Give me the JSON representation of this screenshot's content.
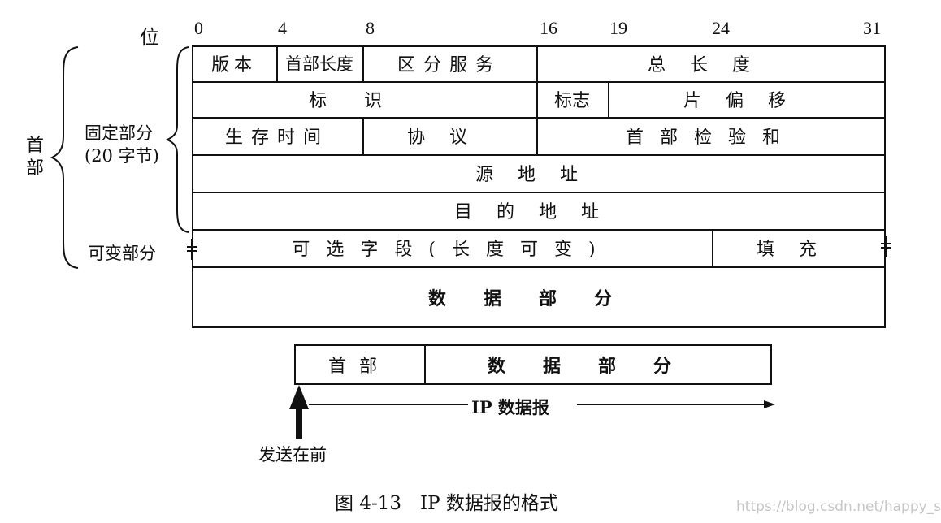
{
  "bit_scale": {
    "label": "位",
    "ticks": [
      "0",
      "4",
      "8",
      "16",
      "19",
      "24",
      "31"
    ]
  },
  "header_labels": {
    "header": "首\n部",
    "fixed_part": "固定部分",
    "fixed_part_size": "(20 字节)",
    "variable_part": "可变部分"
  },
  "fields": {
    "version": "版本",
    "header_length": "首部长度",
    "differentiated_services": "区分服务",
    "total_length": "总长度",
    "identification": "标识",
    "flags": "标志",
    "fragment_offset": "片偏移",
    "ttl": "生存时间",
    "protocol": "协议",
    "header_checksum": "首部检验和",
    "source_address": "源地址",
    "destination_address": "目的地址",
    "options": "可选字段(长度可变)",
    "padding": "填充",
    "data": "数据部分"
  },
  "packet_summary": {
    "header": "首部",
    "data": "数据部分",
    "datagram": "IP 数据报",
    "sent_first": "发送在前"
  },
  "caption": "图 4-13　IP 数据报的格式",
  "watermark": "https://blog.csdn.net/happy_single"
}
